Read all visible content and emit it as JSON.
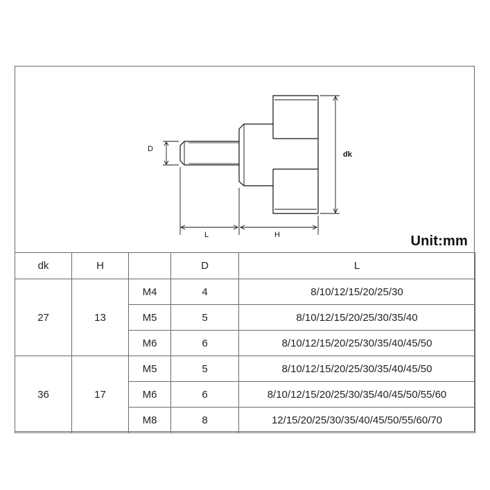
{
  "drawing": {
    "labels": {
      "d": "D",
      "dk": "dk",
      "l": "L",
      "h": "H"
    },
    "unit": "Unit:mm"
  },
  "table": {
    "headers": [
      "dk",
      "H",
      "",
      "D",
      "L"
    ],
    "groups": [
      {
        "dk": "27",
        "h": "13",
        "rows": [
          {
            "thread": "M4",
            "d": "4",
            "l": "8/10/12/15/20/25/30"
          },
          {
            "thread": "M5",
            "d": "5",
            "l": "8/10/12/15/20/25/30/35/40"
          },
          {
            "thread": "M6",
            "d": "6",
            "l": "8/10/12/15/20/25/30/35/40/45/50"
          }
        ]
      },
      {
        "dk": "36",
        "h": "17",
        "rows": [
          {
            "thread": "M5",
            "d": "5",
            "l": "8/10/12/15/20/25/30/35/40/45/50"
          },
          {
            "thread": "M6",
            "d": "6",
            "l": "8/10/12/15/20/25/30/35/40/45/50/55/60"
          },
          {
            "thread": "M8",
            "d": "8",
            "l": "12/15/20/25/30/35/40/45/50/55/60/70"
          }
        ]
      }
    ]
  }
}
